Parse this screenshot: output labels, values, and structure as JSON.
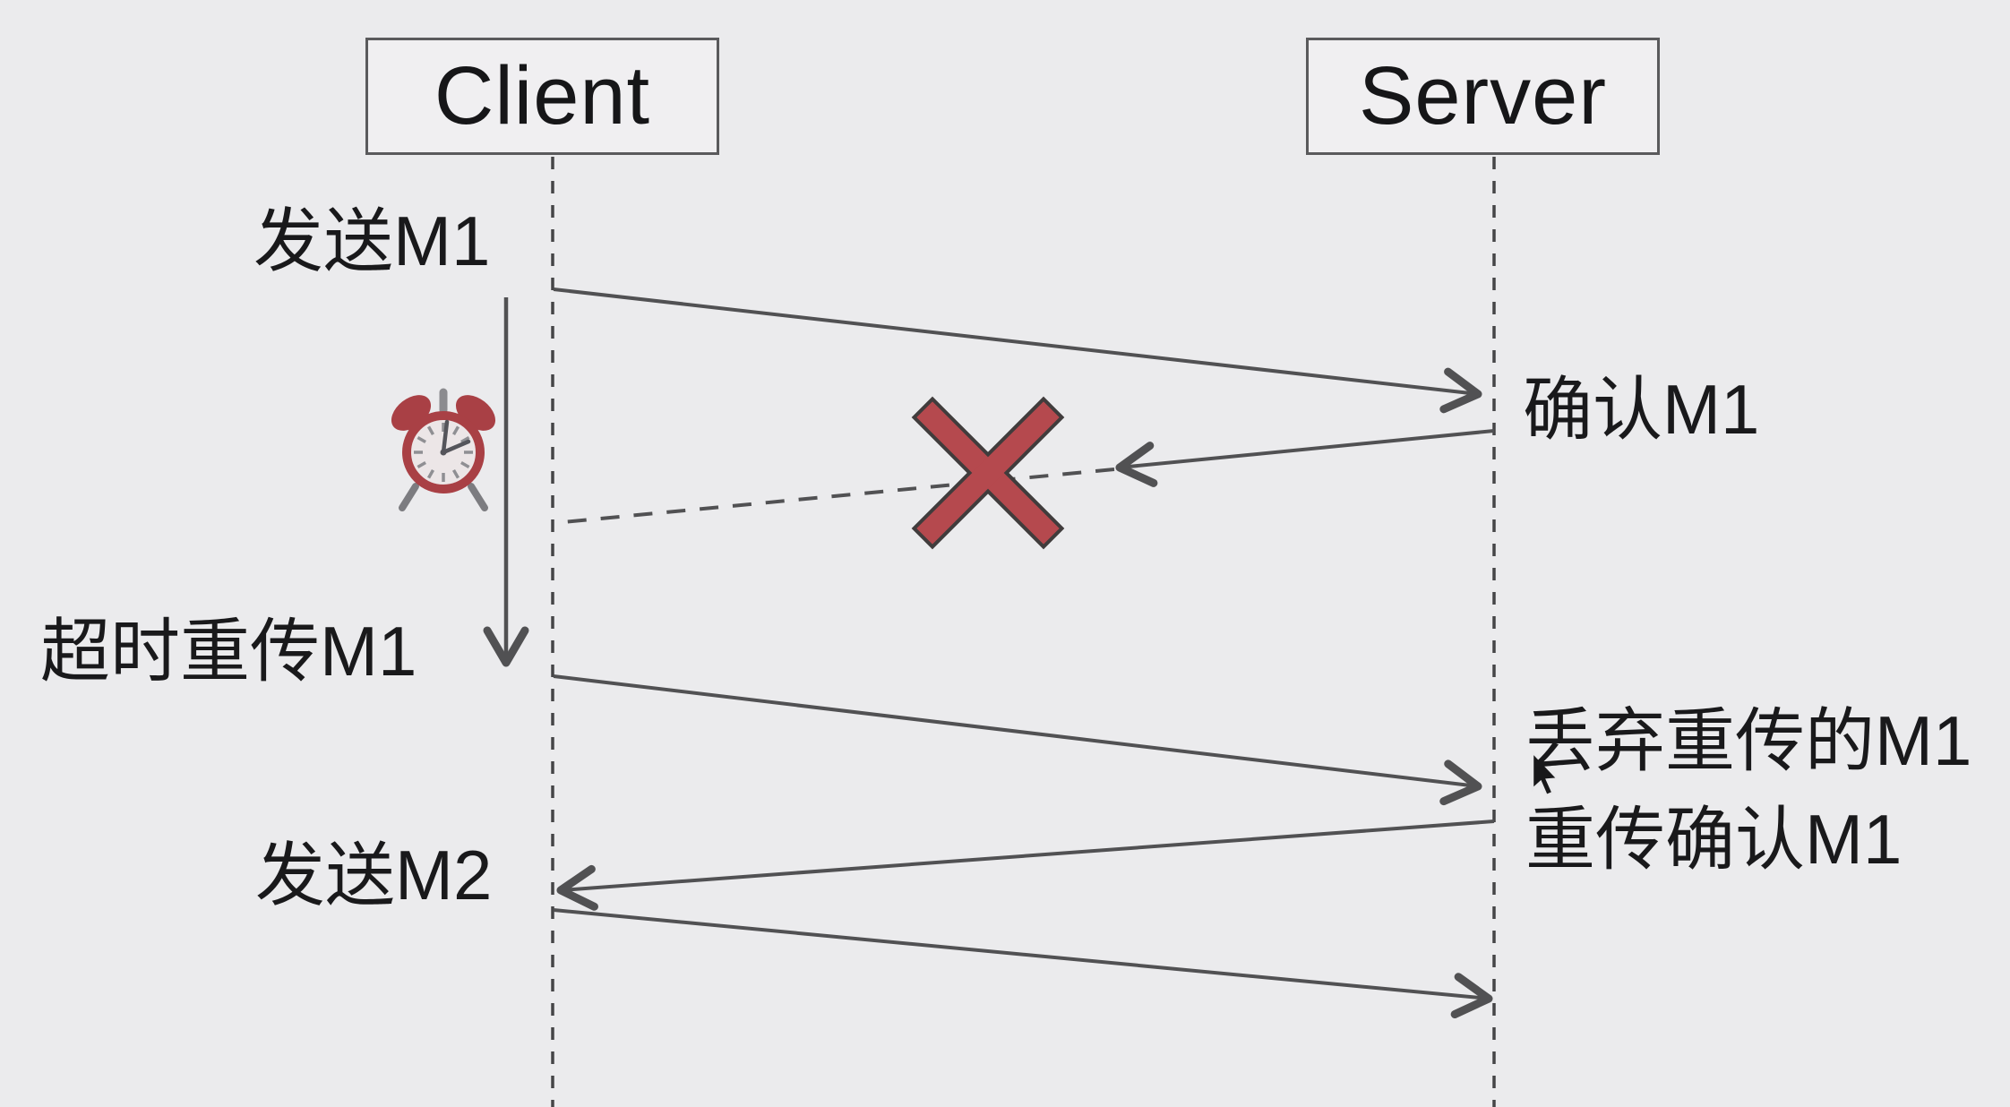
{
  "diagram": {
    "type": "sequence-diagram",
    "topic": "TCP timeout retransmission of M1",
    "actors": [
      {
        "name": "Client"
      },
      {
        "name": "Server"
      }
    ],
    "labels": {
      "send_m1": "发送M1",
      "ack_m1": "确认M1",
      "timeout_retransmit_m1": "超时重传M1",
      "discard_retransmitted_m1": "丢弃重传的M1",
      "retransmit_ack_m1": "重传确认M1",
      "send_m2": "发送M2"
    },
    "events": [
      {
        "from": "Client",
        "to": "Server",
        "label": "发送M1",
        "style": "solid-arrow",
        "status": "delivered"
      },
      {
        "from": "Server",
        "to": "Client",
        "label": "确认M1",
        "style": "solid-then-dashed",
        "status": "lost"
      },
      {
        "from": "Client",
        "to": "Client",
        "label": "超时重传M1",
        "style": "timer-countdown",
        "status": "timeout"
      },
      {
        "from": "Client",
        "to": "Server",
        "label": "超时重传M1",
        "style": "solid-arrow",
        "status": "delivered"
      },
      {
        "from": "Server",
        "to": "Server",
        "label": "丢弃重传的M1",
        "style": "note",
        "status": "discarded"
      },
      {
        "from": "Server",
        "to": "Client",
        "label": "重传确认M1",
        "style": "solid-arrow",
        "status": "delivered"
      },
      {
        "from": "Client",
        "to": "Server",
        "label": "发送M2",
        "style": "solid-arrow",
        "status": "delivered"
      }
    ],
    "icons": {
      "alarm_clock": "alarm-clock-icon",
      "lost_packet": "red-x-icon",
      "mouse_pointer": "cursor-arrow-icon"
    },
    "colors": {
      "background": "#ebebed",
      "line": "#515153",
      "lifeline": "#454547",
      "text": "#19191b",
      "box_border": "#5a5a5c",
      "lost_x_red": "#b5494e",
      "lost_x_outline": "#403c3c",
      "clock_red": "#a94045"
    }
  }
}
